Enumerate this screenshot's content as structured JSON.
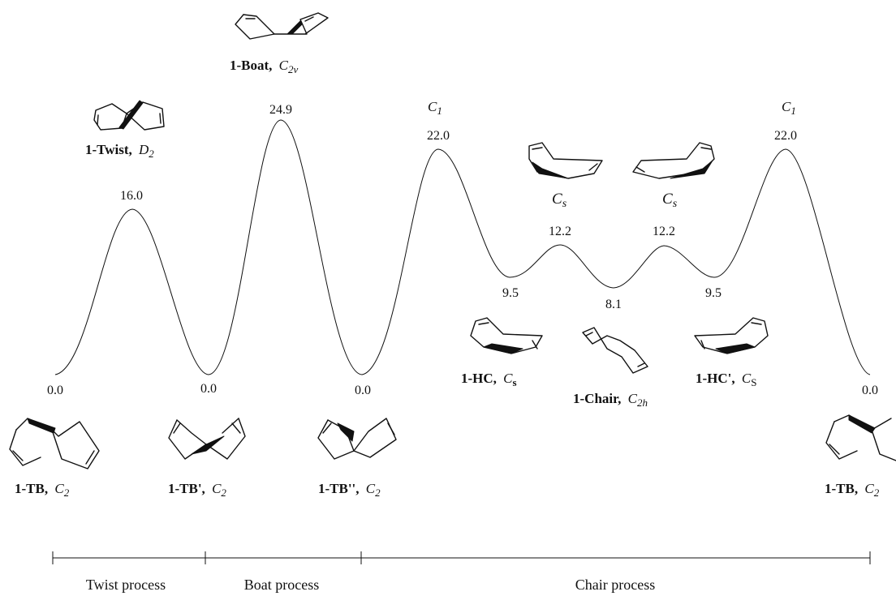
{
  "energy_profile": {
    "values": [
      {
        "id": "tb1-left",
        "value": "0.0"
      },
      {
        "id": "twist-ts",
        "value": "16.0"
      },
      {
        "id": "tb-prime",
        "value": "0.0"
      },
      {
        "id": "boat-ts",
        "value": "24.9"
      },
      {
        "id": "tb-dprime",
        "value": "0.0"
      },
      {
        "id": "c1-left-ts",
        "value": "22.0"
      },
      {
        "id": "hc",
        "value": "9.5"
      },
      {
        "id": "cs-left-ts",
        "value": "12.2"
      },
      {
        "id": "chair",
        "value": "8.1"
      },
      {
        "id": "cs-right-ts",
        "value": "12.2"
      },
      {
        "id": "hc-prime",
        "value": "9.5"
      },
      {
        "id": "c1-right-ts",
        "value": "22.0"
      },
      {
        "id": "tb1-right",
        "value": "0.0"
      }
    ]
  },
  "labels": {
    "boat": {
      "name": "1-Boat,",
      "sym": "C",
      "sub": "2v"
    },
    "twist": {
      "name": "1-Twist,",
      "sym": "D",
      "sub": "2"
    },
    "c1_left": {
      "sym": "C",
      "sub": "1"
    },
    "c1_right": {
      "sym": "C",
      "sub": "1"
    },
    "cs_left": {
      "sym": "C",
      "sub": "s"
    },
    "cs_right": {
      "sym": "C",
      "sub": "s"
    },
    "hc": {
      "name": "1-HC,",
      "sym": "C",
      "sub": "s"
    },
    "chair": {
      "name": "1-Chair,",
      "sym": "C",
      "sub": "2h"
    },
    "hc_prime": {
      "name": "1-HC',",
      "sym": "C",
      "sub": "S"
    },
    "tb": {
      "name": "1-TB,",
      "sym": "C",
      "sub": "2"
    },
    "tb_prime": {
      "name": "1-TB',",
      "sym": "C",
      "sub": "2"
    },
    "tb_dprime": {
      "name": "1-TB'',",
      "sym": "C",
      "sub": "2"
    },
    "tb_right": {
      "name": "1-TB,",
      "sym": "C",
      "sub": "2"
    }
  },
  "processes": [
    {
      "name": "Twist process"
    },
    {
      "name": "Boat process"
    },
    {
      "name": "Chair process"
    }
  ],
  "colors": {
    "ink": "#111111",
    "background": "#ffffff"
  }
}
